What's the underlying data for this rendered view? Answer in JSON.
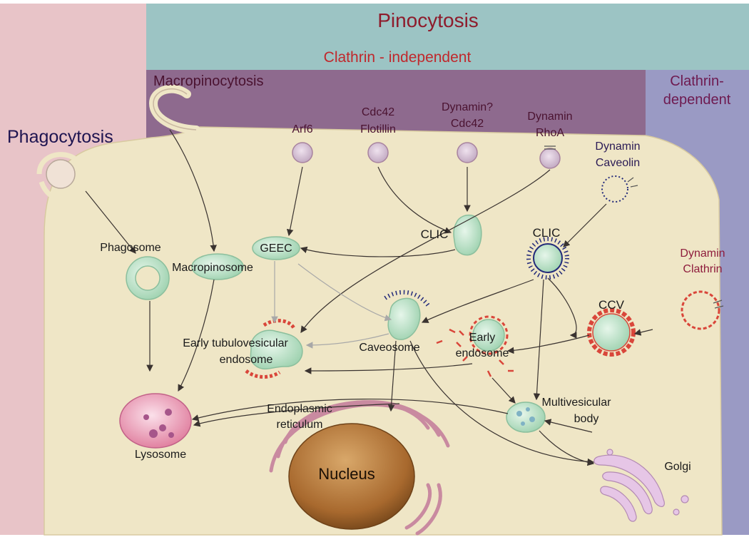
{
  "header": {
    "pinocytosis": "Pinocytosis",
    "clathrin_independent": "Clathrin - independent",
    "macropinocytosis": "Macropinocytosis",
    "clathrin_dependent_line1": "Clathrin-",
    "clathrin_dependent_line2": "dependent",
    "phagocytosis": "Phagocytosis"
  },
  "entry_labels": {
    "arf6": "Arf6",
    "cdc42": "Cdc42",
    "flotillin": "Flotillin",
    "dynamin_q": "Dynamin?",
    "cdc42_b": "Cdc42",
    "dynamin": "Dynamin",
    "rhoa": "RhoA",
    "dynamin_cav": "Dynamin",
    "caveolin": "Caveolin",
    "dynamin_clathrin_1": "Dynamin",
    "dynamin_clathrin_2": "Clathrin"
  },
  "compartments": {
    "phagosome": "Phagosome",
    "macropinosome": "Macropinosome",
    "geec": "GEEC",
    "clic_1": "CLIC",
    "clic_2": "CLIC",
    "ccv": "CCV",
    "caveosome": "Caveosome",
    "early_endosome_1": "Early",
    "early_endosome_2": "endosome",
    "tubulo_1": "Early tubulovesicular",
    "tubulo_2": "endosome",
    "lysosome": "Lysosome",
    "er_1": "Endoplasmic",
    "er_2": "reticulum",
    "nucleus": "Nucleus",
    "mvb_1": "Multivesicular",
    "mvb_2": "body",
    "golgi": "Golgi"
  },
  "colors": {
    "phago_band": "#e8c4c8",
    "pino_band": "#9cc4c4",
    "clathrin_indep_band": "#8e6a8e",
    "clathrin_dep_band": "#9a9ac4",
    "cytoplasm": "#efe6c6",
    "label_red": "#c0282c",
    "label_maroon": "#6e1a34",
    "phago_text": "#1e1450",
    "vesicle_green": "#bfe6cc",
    "clathrin_red": "#d9463a",
    "caveolin_blue": "#232a7a",
    "nucleus_brown": "#a8692e",
    "lysosome_pink": "#e07a9c"
  }
}
